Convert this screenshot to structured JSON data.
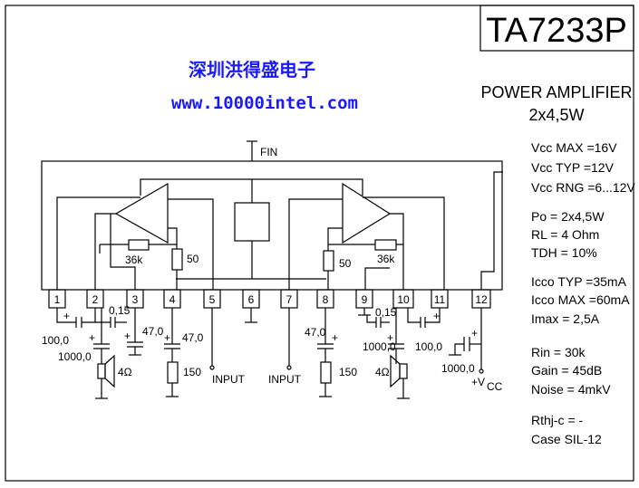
{
  "chip": {
    "part_number": "TA7233P",
    "description": "POWER AMPLIFIER",
    "output_config": "2x4,5W"
  },
  "watermark": {
    "company": "深圳洪得盛电子",
    "url": "www.10000intel.com"
  },
  "specs": [
    {
      "id": "vcc-max",
      "text": "Vcc MAX =16V"
    },
    {
      "id": "vcc-typ",
      "text": "Vcc TYP =12V"
    },
    {
      "id": "vcc-rng",
      "text": "Vcc RNG =6...12V"
    },
    {
      "id": "po",
      "text": "Po  = 2x4,5W"
    },
    {
      "id": "rl",
      "text": "RL  = 4 Ohm"
    },
    {
      "id": "tdh",
      "text": "TDH = 10%"
    },
    {
      "id": "icco-typ",
      "text": "Icco TYP =35mA"
    },
    {
      "id": "icco-max",
      "text": "Icco MAX =60mA"
    },
    {
      "id": "imax",
      "text": "Imax =    2,5A"
    },
    {
      "id": "rin",
      "text": "Rin   = 30k"
    },
    {
      "id": "gain",
      "text": "Gain  = 45dB"
    },
    {
      "id": "noise",
      "text": "Noise = 4mkV"
    },
    {
      "id": "rthj",
      "text": "Rthj-c = -"
    },
    {
      "id": "case",
      "text": "Case SIL-12"
    }
  ],
  "pins": [
    "1",
    "2",
    "3",
    "4",
    "5",
    "6",
    "7",
    "8",
    "9",
    "10",
    "11",
    "12"
  ],
  "labels": {
    "fin": "FIN",
    "r_fb_left": "36k",
    "r_fb_right": "36k",
    "r_left": "50",
    "r_right": "50",
    "input_left": "INPUT",
    "input_right": "INPUT",
    "vcc": "+V",
    "vcc_sub": "CC"
  },
  "components": {
    "c_100_left": "100,0",
    "c_015_left": "0,15",
    "c_1000_left": "1000,0",
    "c_47_pin3": "47,0",
    "c_47_pin4": "47,0",
    "r_150_left": "150",
    "spk_left": "4Ω",
    "c_47_pin8": "47,0",
    "r_150_right": "150",
    "c_015_right": "0,15",
    "c_1000_right": "1000,0",
    "c_100_right": "100,0",
    "spk_right": "4Ω",
    "c_1000_vcc": "1000,0"
  }
}
